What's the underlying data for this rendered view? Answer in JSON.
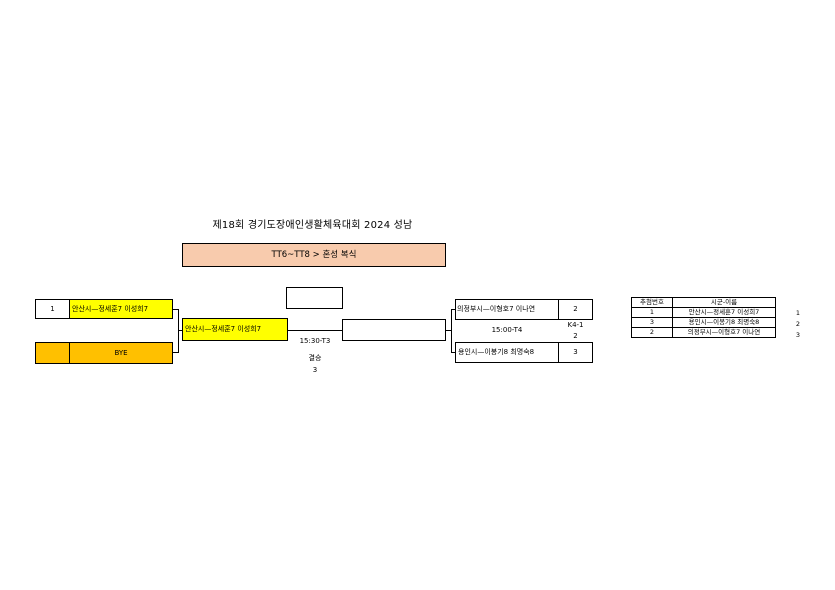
{
  "title": "제18회 경기도장애인생활체육대회 2024 성남",
  "event": "TT6~TT8 > 혼성 복식",
  "round1": {
    "top": {
      "seed": "1",
      "name": "안산시—정세훈7 이성희7"
    },
    "bottom": {
      "seed": "",
      "name": "BYE"
    }
  },
  "round2_winner": "안산시—정세훈7 이성희7",
  "round1b": {
    "top": {
      "name": "의정부시—이형호7 이나연",
      "seed": "2"
    },
    "bottom": {
      "name": "용인시—이봉기8 최명숙8",
      "seed": "3"
    },
    "match_time": "15:00-T4",
    "score_label": "K4-1",
    "score_value": "2"
  },
  "final": {
    "time": "15:30-T3",
    "label": "결승",
    "number": "3",
    "winner": ""
  },
  "legend": {
    "headers": [
      "추첨번호",
      "시군-이름"
    ],
    "rows": [
      {
        "draw": "1",
        "name": "안산시—정세훈7 이성희7",
        "rank": "1"
      },
      {
        "draw": "3",
        "name": "용인시—이봉기8 최명숙8",
        "rank": "2"
      },
      {
        "draw": "2",
        "name": "의정부시—이형호7 이나연",
        "rank": "3"
      }
    ]
  },
  "colors": {
    "banner": "#f8cbad",
    "highlight": "#ffff00",
    "bye": "#ffc000"
  }
}
